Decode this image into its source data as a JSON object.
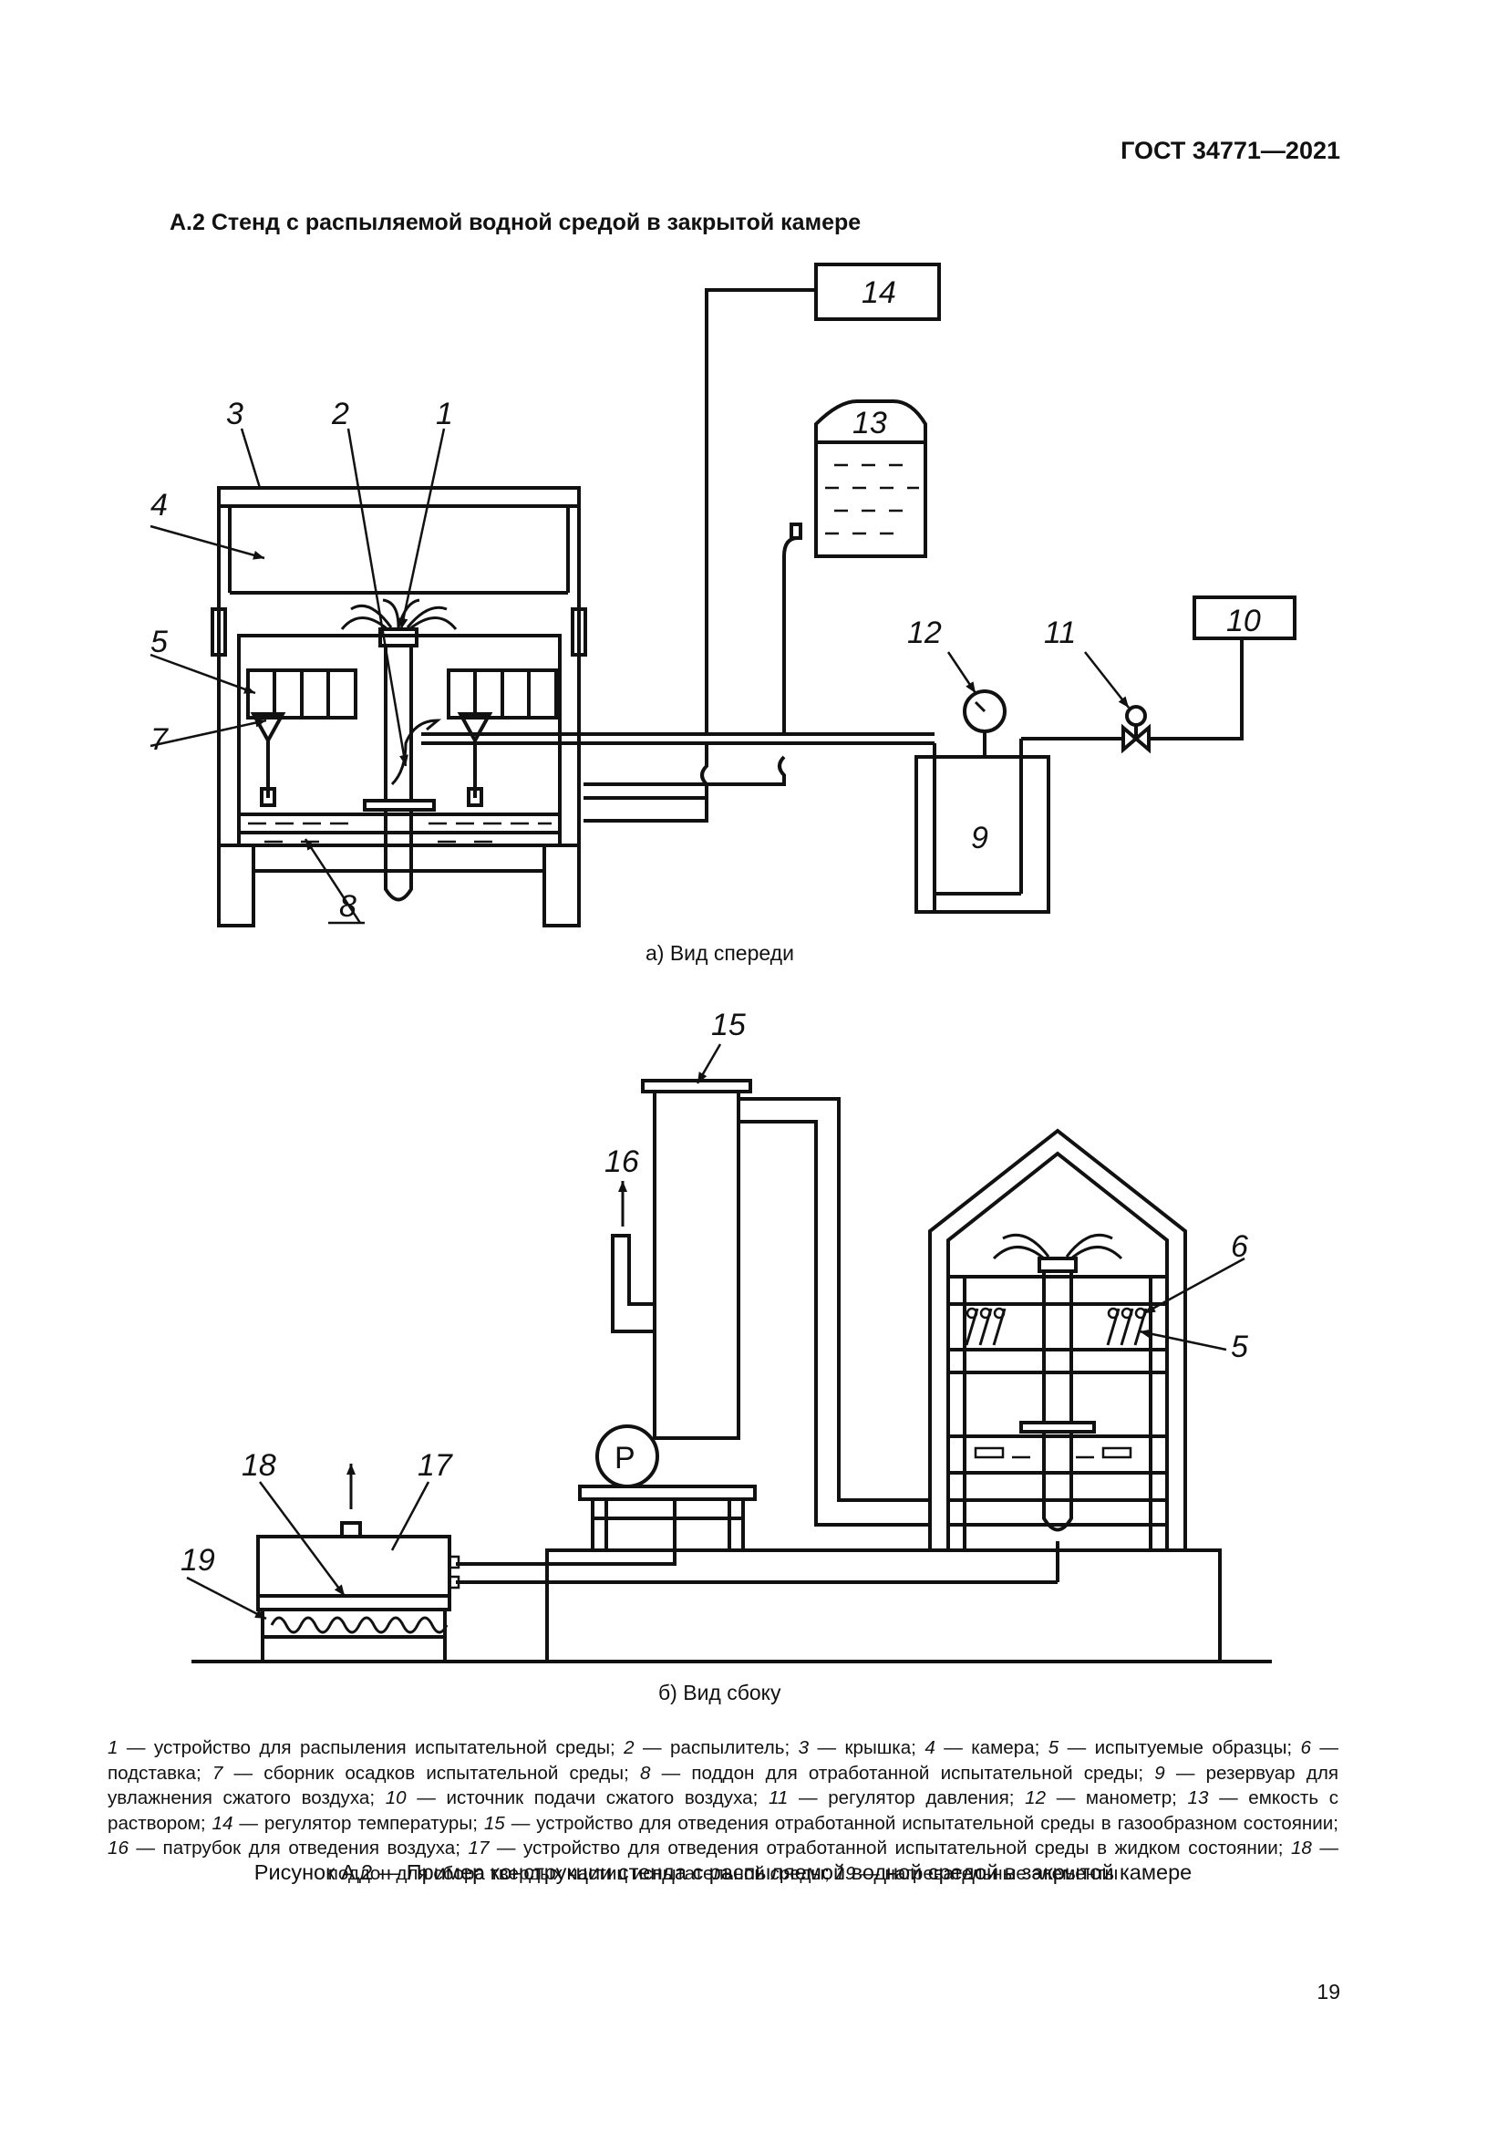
{
  "header": {
    "standard": "ГОСТ 34771—2021"
  },
  "section": {
    "title": "А.2 Стенд с распыляемой водной средой в закрытой камере"
  },
  "figure": {
    "labels": [
      "1",
      "2",
      "3",
      "4",
      "5",
      "6",
      "7",
      "8",
      "9",
      "10",
      "11",
      "12",
      "13",
      "14",
      "15",
      "16",
      "17",
      "18",
      "19"
    ],
    "pump_letter": "P",
    "view_a": "а) Вид спереди",
    "view_b": "б) Вид сбоку"
  },
  "legend": [
    {
      "n": "1",
      "t": " — устройство для распыления испытательной среды; "
    },
    {
      "n": "2",
      "t": " — распылитель; "
    },
    {
      "n": "3",
      "t": " — крышка; "
    },
    {
      "n": "4",
      "t": " — камера; "
    },
    {
      "n": "5",
      "t": " — испытуемые образцы; "
    },
    {
      "n": "6",
      "t": " — подставка; "
    },
    {
      "n": "7",
      "t": " — сборник осадков испытательной среды; "
    },
    {
      "n": "8",
      "t": " — поддон для отработанной испытательной среды; "
    },
    {
      "n": "9",
      "t": " — резервуар для увлажнения сжатого воздуха; "
    },
    {
      "n": "10",
      "t": " — источник подачи сжатого воздуха; "
    },
    {
      "n": "11",
      "t": " — регулятор давления; "
    },
    {
      "n": "12",
      "t": " — манометр; "
    },
    {
      "n": "13",
      "t": " — емкость с раствором; "
    },
    {
      "n": "14",
      "t": " — регулятор температуры; "
    },
    {
      "n": "15",
      "t": " — устройство для отведения отработанной испытательной среды в газообразном состоянии; "
    },
    {
      "n": "16",
      "t": " — патрубок для отведения воздуха; "
    },
    {
      "n": "17",
      "t": " — устройство для отведения отработанной испытательной среды в жидком состоянии; "
    },
    {
      "n": "18",
      "t": " — поддон для сбора твердых частиц испытательной среды; "
    },
    {
      "n": "19",
      "t": " — нагревательные элементы"
    }
  ],
  "caption": "Рисунок А.2 — Пример конструкции стенда с распыляемой водной средой в закрытой камере",
  "page_number": "19"
}
